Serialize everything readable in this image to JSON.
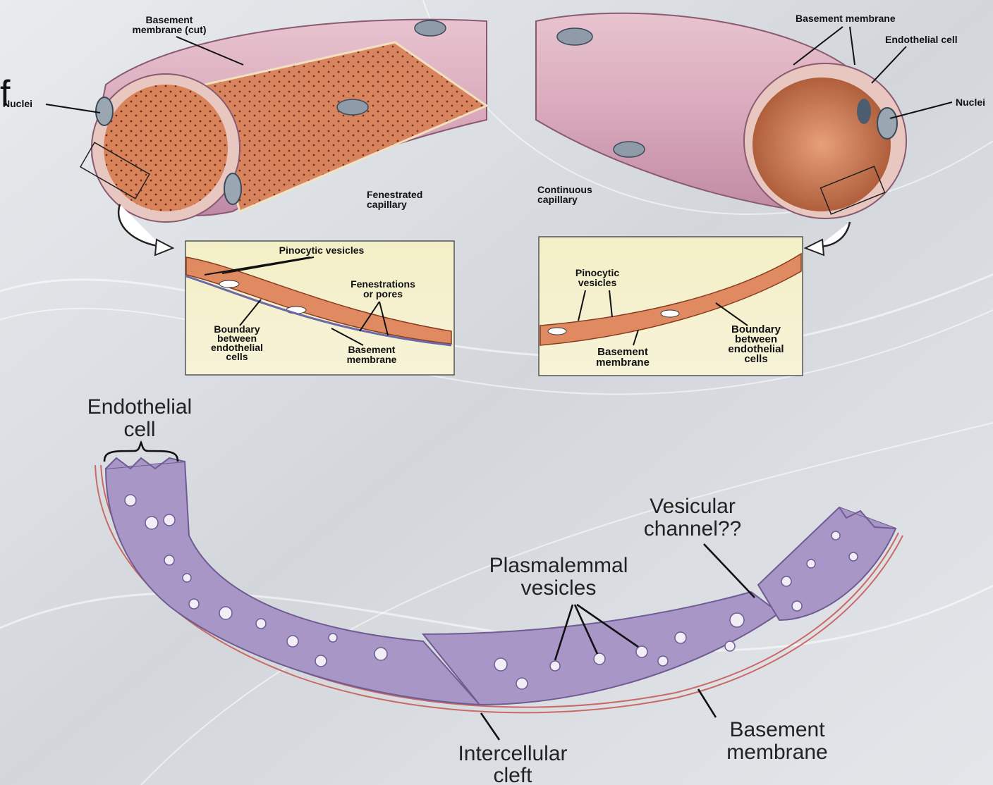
{
  "slide": {
    "stray_letter": "f"
  },
  "fenestrated": {
    "caption": [
      "Fenestrated",
      "capillary"
    ],
    "basement_cut": [
      "Basement",
      "membrane (cut)"
    ],
    "nuclei": "Nuclei",
    "inset": {
      "pinocytic": "Pinocytic vesicles",
      "fenestrations": [
        "Fenestrations",
        "or pores"
      ],
      "boundary": [
        "Boundary",
        "between",
        "endothelial",
        "cells"
      ],
      "basement": [
        "Basement",
        "membrane"
      ]
    }
  },
  "continuous": {
    "caption": [
      "Continuous",
      "capillary"
    ],
    "basement": "Basement membrane",
    "endothelial": "Endothelial cell",
    "nuclei": "Nuclei",
    "inset": {
      "pinocytic": [
        "Pinocytic",
        "vesicles"
      ],
      "boundary": [
        "Boundary",
        "between",
        "endothelial",
        "cells"
      ],
      "basement": [
        "Basement",
        "membrane"
      ]
    }
  },
  "lower": {
    "endothelial": [
      "Endothelial",
      "cell"
    ],
    "vesicular": [
      "Vesicular",
      "channel??"
    ],
    "plasmalemmal": [
      "Plasmalemmal",
      "vesicles"
    ],
    "intercellular": [
      "Intercellular",
      "cleft"
    ],
    "basement": [
      "Basement",
      "membrane"
    ]
  }
}
